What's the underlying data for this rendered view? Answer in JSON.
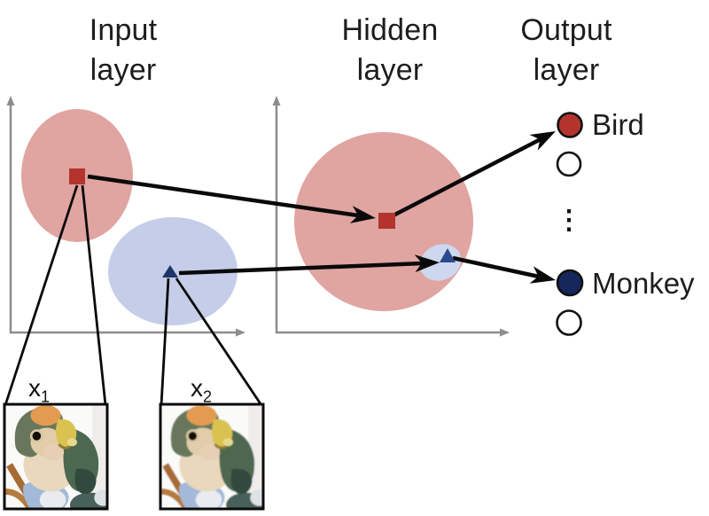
{
  "diagram": {
    "layer_titles": [
      {
        "id": "input",
        "text": "Input\nlayer"
      },
      {
        "id": "hidden",
        "text": "Hidden\nlayer"
      },
      {
        "id": "output",
        "text": "Output\nlayer"
      }
    ],
    "output_nodes": {
      "bird_label": "Bird",
      "monkey_label": "Monkey",
      "ellipsis": "⋮"
    },
    "input_samples": [
      {
        "var": "x",
        "sub": "1"
      },
      {
        "var": "x",
        "sub": "2"
      }
    ],
    "edges": [
      {
        "from": "input-red-sample",
        "to": "hidden-red-sample"
      },
      {
        "from": "input-blue-sample",
        "to": "hidden-blue-sample"
      },
      {
        "from": "hidden-red-sample",
        "to": "output-bird-node"
      },
      {
        "from": "hidden-blue-sample",
        "to": "output-monkey-node"
      }
    ],
    "colors": {
      "cluster_red": "#e0a4a1",
      "cluster_blue": "#c5cde8",
      "hidden_blob_blue": "#cdd7ee",
      "marker_red": "#b2342c",
      "marker_blue_input": "#1d3567",
      "marker_blue_hidden": "#2b4a8c",
      "node_bird_fill": "#b2342c",
      "node_monkey_fill": "#15265b",
      "node_empty_fill": "#ffffff",
      "node_stroke": "#111111",
      "axis_gray": "#8d8d8d",
      "line_black": "#0a0a0a"
    }
  }
}
